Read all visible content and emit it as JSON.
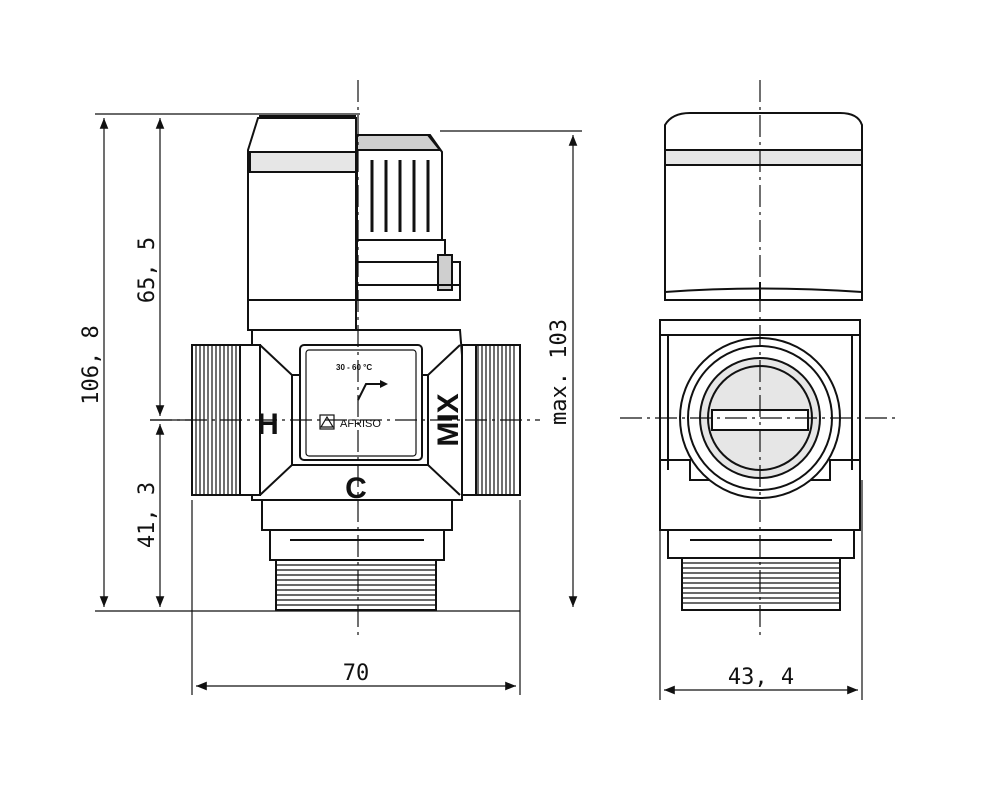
{
  "dimensions": {
    "height_total": "106, 8",
    "height_upper": "65, 5",
    "height_lower": "41, 3",
    "height_max": "max. 103",
    "width_front": "70",
    "width_side": "43, 4"
  },
  "labels": {
    "hot": "H",
    "cold": "C",
    "mix": "MIX",
    "temp_range": "30 - 60 °C",
    "brand": "AFRISO"
  },
  "icons": {
    "warning": "warning-triangle-icon",
    "flow_arrow": "arrow-right-icon"
  }
}
